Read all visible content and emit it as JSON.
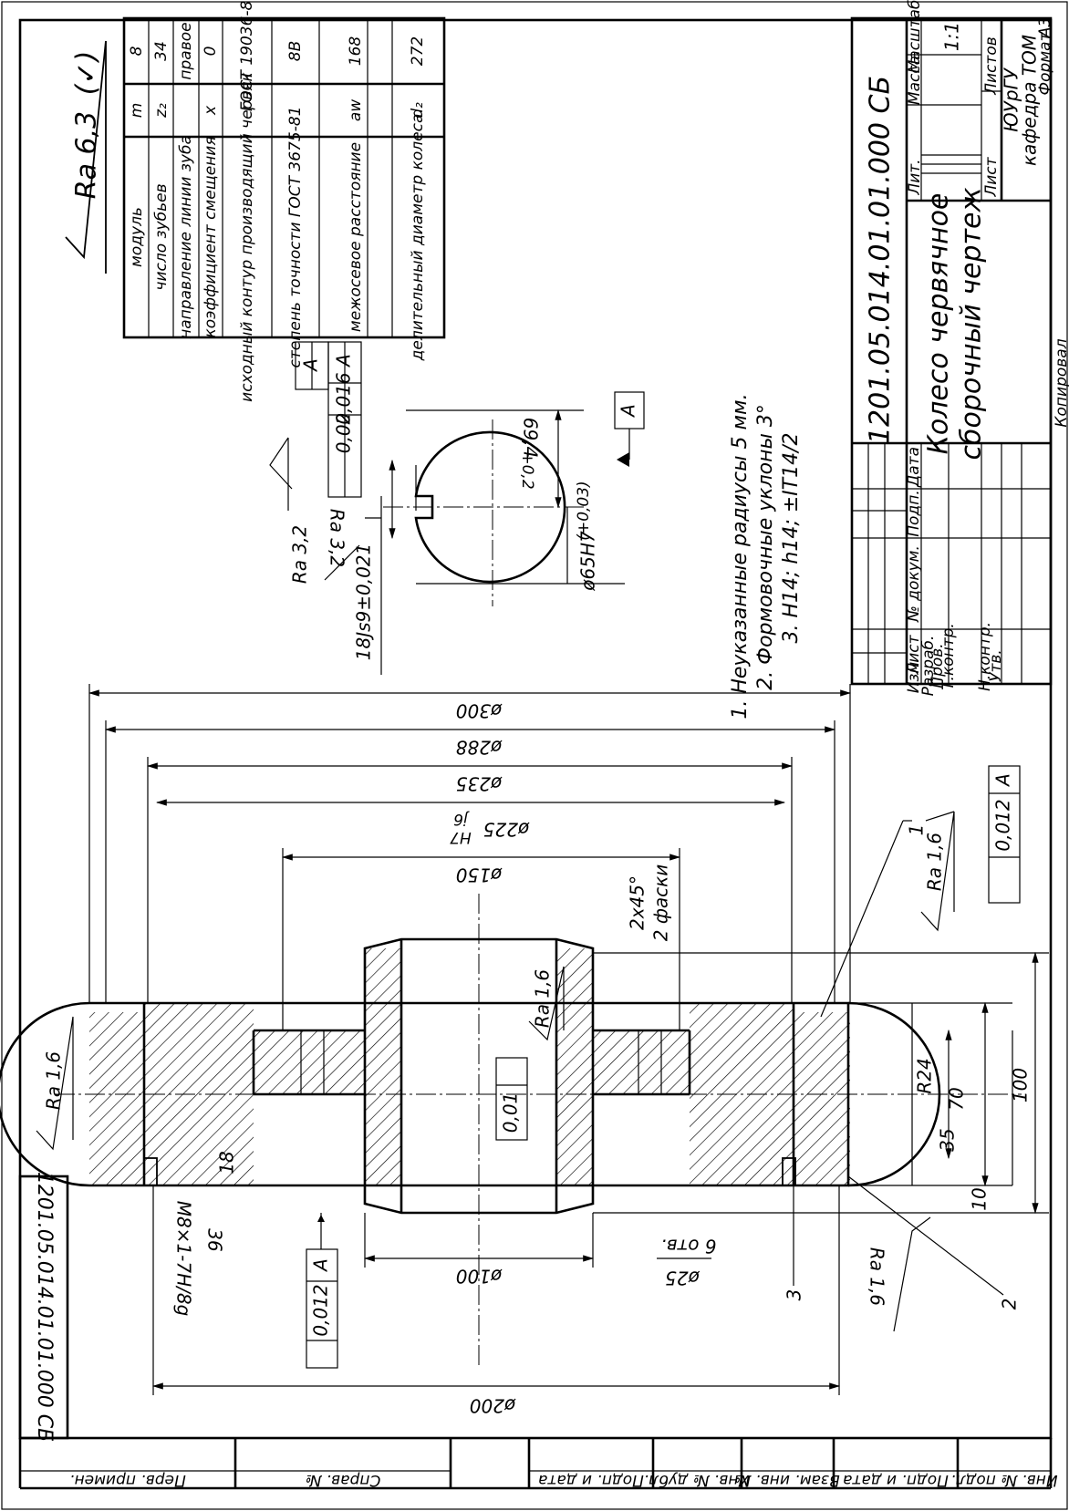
{
  "document": {
    "designation": "1201.05.014.01.01.000 СБ",
    "designation_rotated": "1201.05.014.01.01.000 СБ",
    "title_line1": "Колесо червячное",
    "title_line2": "сборочный чертеж",
    "scale_value": "1:1",
    "organization_line1": "ЮУрГУ",
    "organization_line2": "кафедра ТОМ",
    "copied_label": "Копировал",
    "format_label": "Формат",
    "format_value": "А3"
  },
  "title_block_labels": {
    "lit": "Лит.",
    "mass": "Масса",
    "scale": "Масштаб",
    "sheet": "Лист",
    "sheets": "Листов",
    "change": "Изм",
    "sheet_no": "Лист",
    "doc_no": "№ докум.",
    "sign": "Подп.",
    "date": "Дата",
    "developer": "Разраб.",
    "checker": "Пров.",
    "tech_control": "Т.контр.",
    "norm_control": "Н.контр.",
    "approved": "Утв."
  },
  "margin_labels": [
    "Перв. примен.",
    "Справ. №",
    "Подп. и дата",
    "Инв. № дубл.",
    "Взам. инв. №",
    "Подп. и дата",
    "Инв. № подл."
  ],
  "roughness_general": {
    "symbol": "Ra 6,3",
    "check": "(✓)"
  },
  "parameters_table": [
    {
      "name": "модуль",
      "symbol": "m",
      "value": "8"
    },
    {
      "name": "число зубьев",
      "symbol": "z₂",
      "value": "34"
    },
    {
      "name": "направление линии зуба",
      "symbol": "",
      "value": "правое"
    },
    {
      "name": "коэффициент смещения",
      "symbol": "x",
      "value": "0"
    },
    {
      "name": "исходный контур производящий червяк",
      "symbol": "",
      "value": "ГОСТ 19036-81"
    },
    {
      "name": "степень точности ГОСТ 3675-81",
      "symbol": "",
      "value": "8В"
    },
    {
      "name": "",
      "symbol": "",
      "value": ""
    },
    {
      "name": "межосевое расстояние",
      "symbol": "aw",
      "value": "168"
    },
    {
      "name": "делительный диаметр колеса",
      "symbol": "d₂",
      "value": "272"
    }
  ],
  "notes": [
    "1. Неуказанные радиусы 5 мм.",
    "2. Формовочные уклоны 3°",
    "3. H14; h14; ±IT14/2"
  ],
  "section_view": {
    "bore": "ø65H7",
    "bore_tol": "(+0,03)",
    "key_width": "18Js9±0,021",
    "keyway_depth": "69,4",
    "keyway_depth_tol": "+0,2",
    "datum": "A",
    "ra_key": "Ra 3,2",
    "ra_key_side": "Ra 3,2",
    "sym_tol": "0,016",
    "par_tol": "0,02"
  },
  "main_view": {
    "dia_300": "ø300",
    "dia_288": "ø288",
    "dia_235": "ø235",
    "dia_225": "ø225",
    "fit_h7": "H7",
    "fit_j6": "j6",
    "dia_150": "ø150",
    "dia_100": "ø100",
    "dia_200": "ø200",
    "dia_25": "ø25",
    "holes": "6 отв.",
    "chamfer": "2х45°",
    "chamfer_note": "2 фаски",
    "thread": "М8×1-7H/8g",
    "thread_len": "36",
    "hub_18": "18",
    "r24": "R24",
    "d70": "70",
    "d35": "35",
    "d10": "10",
    "d100": "100",
    "ra16_a": "Ra 1,6",
    "ra16_b": "Ra 1,6",
    "ra16_c": "Ra 1,6",
    "ra16_d": "Ra 1,6",
    "runout": "0,01",
    "perp_1": "0,012",
    "perp_2": "0,012",
    "datum": "A",
    "pos1": "1",
    "pos2": "2",
    "pos3": "3"
  }
}
